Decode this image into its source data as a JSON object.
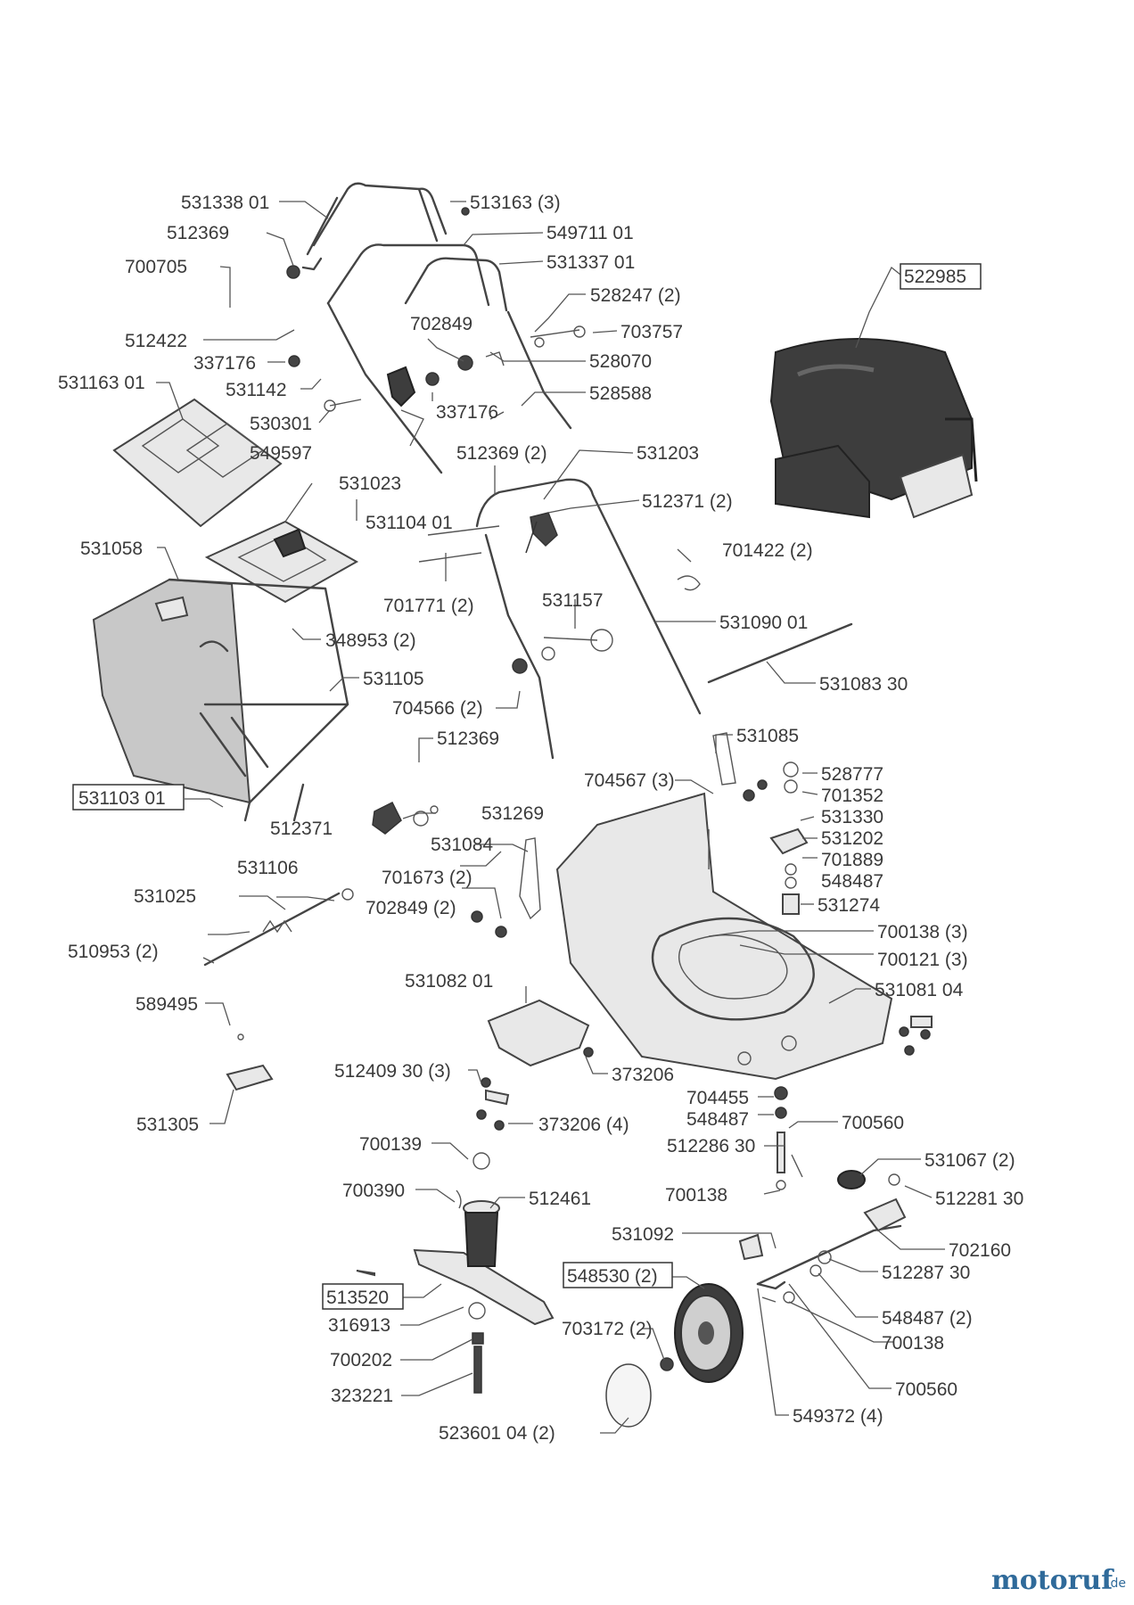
{
  "labels": [
    "531338 01",
    "513163 (3)",
    "512369",
    "549711 01",
    "700705",
    "531337 01",
    "528247 (2)",
    "702849",
    "703757",
    "512422",
    "528070",
    "337176",
    "531163 01",
    "531142",
    "528588",
    "530301",
    "337176",
    "549597",
    "512369 (2)",
    "531203",
    "531023",
    "512371 (2)",
    "531104 01",
    "531058",
    "701422 (2)",
    "701771 (2)",
    "531157",
    "348953 (2)",
    "531090 01",
    "531105",
    "531083 30",
    "704566 (2)",
    "512369",
    "531085",
    "704567 (3)",
    "528777",
    "531103 01",
    "701352",
    "531269",
    "512371",
    "531330",
    "531084",
    "531202",
    "701673 (2)",
    "701889",
    "702849 (2)",
    "548487",
    "531274",
    "531106",
    "531025",
    "700138 (3)",
    "510953 (2)",
    "700121 (3)",
    "531082 01",
    "531081 04",
    "589495",
    "512409 30 (3)",
    "373206",
    "704455",
    "548487",
    "373206 (4)",
    "531305",
    "700560",
    "700139",
    "512286 30",
    "531067 (2)",
    "700390",
    "700138",
    "512461",
    "512281 30",
    "531092",
    "702160",
    "548530 (2)",
    "512287 30",
    "513520",
    "548487 (2)",
    "316913",
    "703172 (2)",
    "700138",
    "700202",
    "700560",
    "323221",
    "549372 (4)",
    "523601 04 (2)",
    "522985"
  ],
  "watermark": {
    "brand": "motoruf",
    "suffix": ".de"
  }
}
